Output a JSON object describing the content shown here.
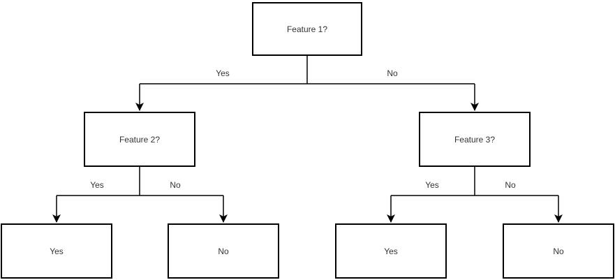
{
  "diagram": {
    "type": "decision-tree",
    "colors": {
      "background": "#ffffff",
      "node_fill": "#ffffff",
      "node_border": "#000000",
      "connector": "#000000",
      "text": "#333333"
    },
    "nodes": [
      {
        "id": "feature1",
        "label": "Feature 1?",
        "role": "decision"
      },
      {
        "id": "feature2",
        "label": "Feature 2?",
        "role": "decision"
      },
      {
        "id": "feature3",
        "label": "Feature 3?",
        "role": "decision"
      },
      {
        "id": "leaf-left-yes",
        "label": "Yes",
        "role": "leaf"
      },
      {
        "id": "leaf-left-no",
        "label": "No",
        "role": "leaf"
      },
      {
        "id": "leaf-right-yes",
        "label": "Yes",
        "role": "leaf"
      },
      {
        "id": "leaf-right-no",
        "label": "No",
        "role": "leaf"
      }
    ],
    "edges": [
      {
        "from": "feature1",
        "to": "feature2",
        "label": "Yes"
      },
      {
        "from": "feature1",
        "to": "feature3",
        "label": "No"
      },
      {
        "from": "feature2",
        "to": "leaf-left-yes",
        "label": "Yes"
      },
      {
        "from": "feature2",
        "to": "leaf-left-no",
        "label": "No"
      },
      {
        "from": "feature3",
        "to": "leaf-right-yes",
        "label": "Yes"
      },
      {
        "from": "feature3",
        "to": "leaf-right-no",
        "label": "No"
      }
    ]
  }
}
